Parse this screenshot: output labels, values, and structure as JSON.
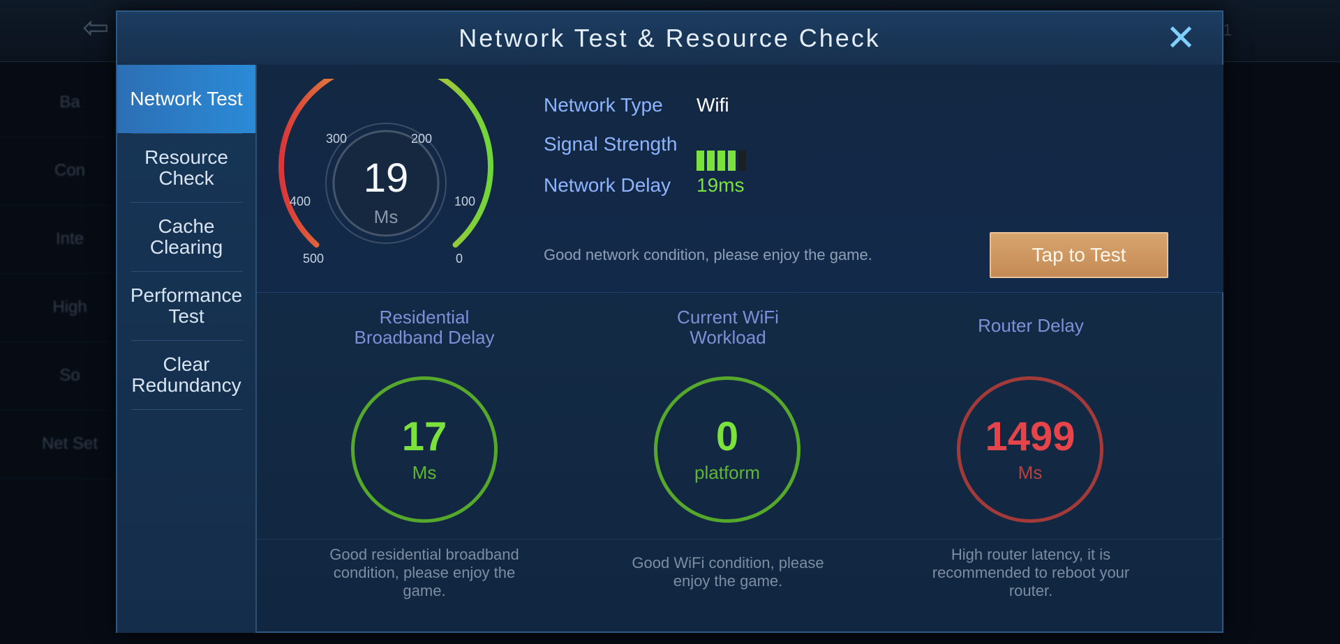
{
  "background": {
    "menu_items": [
      "Ba",
      "Con",
      "Inte",
      "High",
      "So",
      "Net Set"
    ],
    "counter": "1"
  },
  "modal": {
    "title": "Network Test & Resource Check",
    "close_glyph": "✕"
  },
  "nav": {
    "items": [
      {
        "label": "Network Test",
        "active": true
      },
      {
        "label": "Resource Check",
        "active": false
      },
      {
        "label": "Cache Clearing",
        "active": false
      },
      {
        "label": "Performance Test",
        "active": false
      },
      {
        "label": "Clear Redundancy",
        "active": false
      }
    ]
  },
  "gauge": {
    "value": "19",
    "unit": "Ms",
    "ticks": [
      "500",
      "400",
      "300",
      "200",
      "100",
      "0"
    ]
  },
  "network": {
    "type_label": "Network Type",
    "type_value": "Wifi",
    "signal_label": "Signal Strength",
    "signal_bars_on": 4,
    "signal_bars_total": 5,
    "delay_label": "Network Delay",
    "delay_value": "19ms",
    "hint": "Good network condition, please enjoy the game.",
    "test_button": "Tap to Test"
  },
  "stats": [
    {
      "title_line1": "Residential",
      "title_line2": "Broadband Delay",
      "value": "17",
      "unit": "Ms",
      "status": "good",
      "desc_line1": "Good residential broadband",
      "desc_line2": "condition, please enjoy the",
      "desc_line3": "game."
    },
    {
      "title_line1": "Current WiFi",
      "title_line2": "Workload",
      "value": "0",
      "unit": "platform",
      "status": "good",
      "desc_line1": "Good WiFi condition, please",
      "desc_line2": "enjoy the game.",
      "desc_line3": ""
    },
    {
      "title_line1": "Router Delay",
      "title_line2": "",
      "value": "1499",
      "unit": "Ms",
      "status": "bad",
      "desc_line1": "High router latency, it is",
      "desc_line2": "recommended to reboot your",
      "desc_line3": "router."
    }
  ],
  "colors": {
    "good": "#7be23d",
    "good_unit": "#5fb634",
    "bad": "#e5454a",
    "bad_unit": "#b8403f",
    "accent": "#2b8ad6",
    "button": "#d8a56f"
  }
}
